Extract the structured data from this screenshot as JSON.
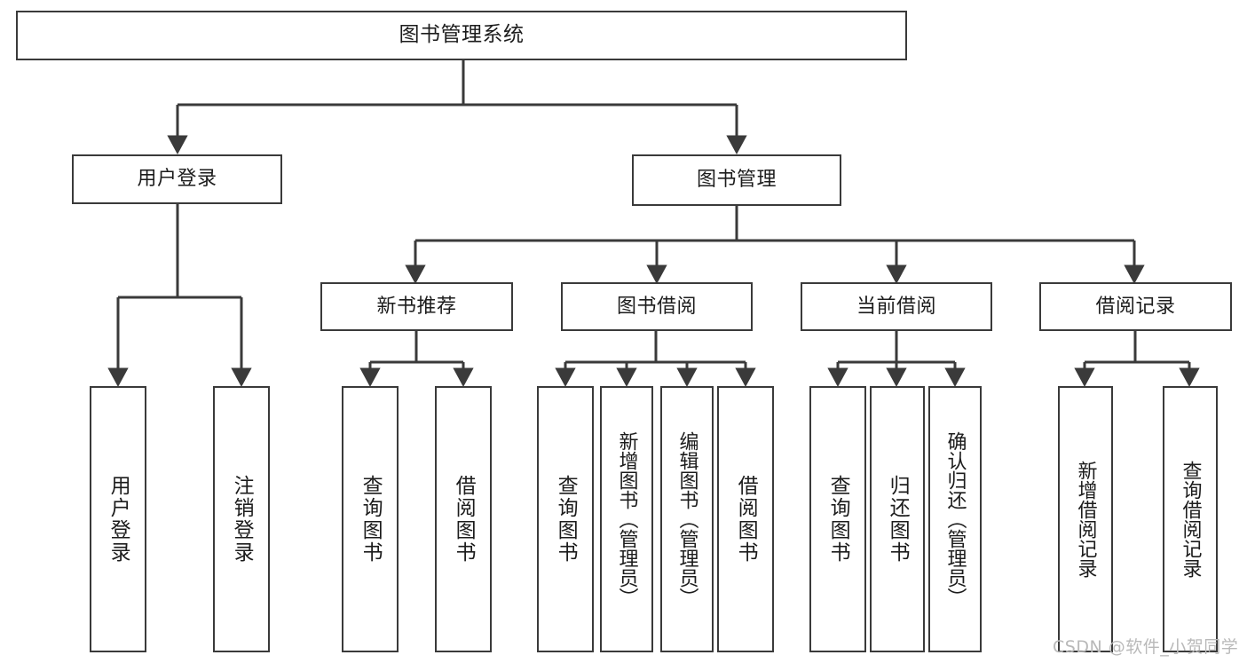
{
  "diagram": {
    "title": "图书管理系统",
    "type": "tree",
    "watermark": "CSDN @软件_小贺同学",
    "line_color": "#3a3a3a",
    "box_fill": "#ffffff",
    "text_color": "#1c1c1c",
    "watermark_color": "#b9b9b9"
  },
  "nodes": {
    "root": {
      "label": "图书管理系统"
    },
    "level2": [
      {
        "label": "用户登录"
      },
      {
        "label": "图书管理"
      }
    ],
    "level3": [
      {
        "label": "新书推荐"
      },
      {
        "label": "图书借阅"
      },
      {
        "label": "当前借阅"
      },
      {
        "label": "借阅记录"
      }
    ],
    "leaves": {
      "user_login": [
        {
          "label": "用户登录"
        },
        {
          "label": "注销登录"
        }
      ],
      "new_book": [
        {
          "label": "查询图书"
        },
        {
          "label": "借阅图书"
        }
      ],
      "book_borrow": [
        {
          "label": "查询图书"
        },
        {
          "label": "新增图书（管理员）"
        },
        {
          "label": "编辑图书（管理员）"
        },
        {
          "label": "借阅图书"
        }
      ],
      "current_borrow": [
        {
          "label": "查询图书"
        },
        {
          "label": "归还图书"
        },
        {
          "label": "确认归还（管理员）"
        }
      ],
      "borrow_record": [
        {
          "label": "新增借阅记录"
        },
        {
          "label": "查询借阅记录"
        }
      ]
    }
  }
}
